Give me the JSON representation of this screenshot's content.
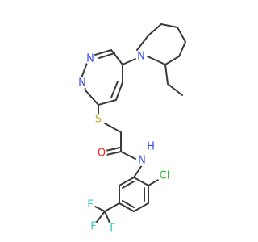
{
  "molecule": {
    "colors": {
      "bond": "#3a3a3a",
      "N": "#3b4cf2",
      "O": "#ff1f1f",
      "S": "#b8b42a",
      "Cl": "#2fbf2f",
      "F": "#39c4c4",
      "background": "#ffffff"
    },
    "atoms": [
      {
        "id": "N_pip",
        "label": "N"
      },
      {
        "id": "N_pyr1",
        "label": "N"
      },
      {
        "id": "N_pyr2",
        "label": "N"
      },
      {
        "id": "S",
        "label": "S"
      },
      {
        "id": "O",
        "label": "O"
      },
      {
        "id": "NH",
        "label": "N"
      },
      {
        "id": "H",
        "label": "H"
      },
      {
        "id": "Cl",
        "label": "Cl"
      },
      {
        "id": "F1",
        "label": "F"
      },
      {
        "id": "F2",
        "label": "F"
      },
      {
        "id": "F3",
        "label": "F"
      }
    ]
  }
}
